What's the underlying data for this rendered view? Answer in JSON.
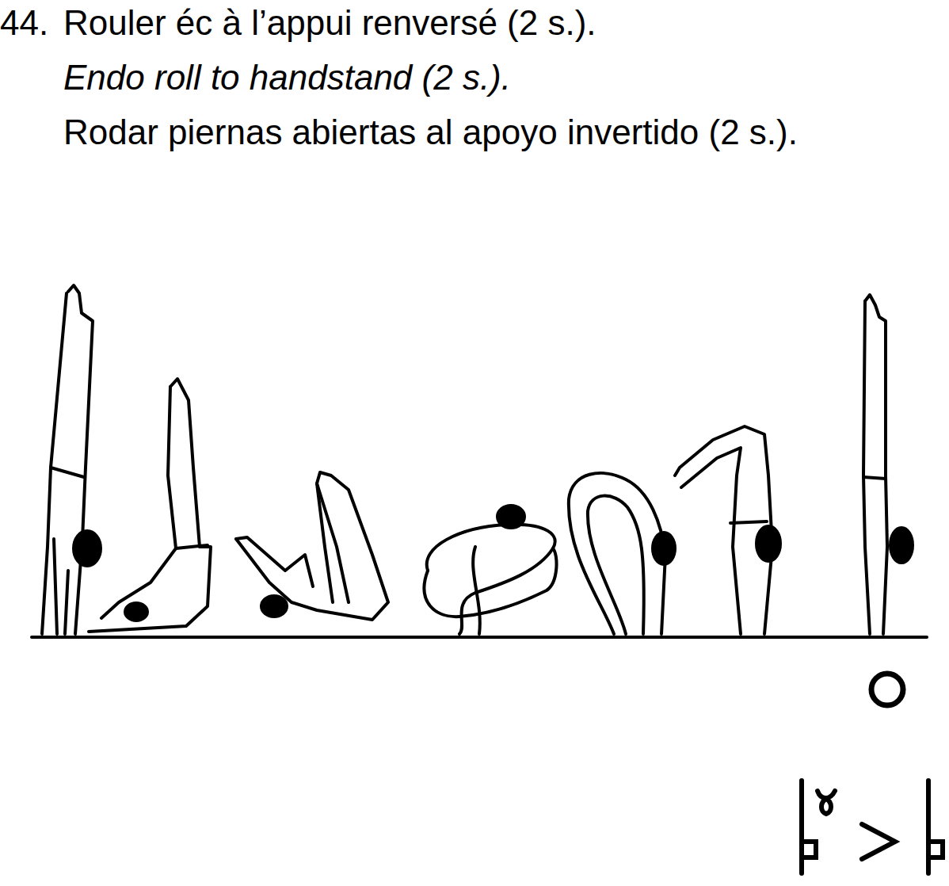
{
  "diagram": {
    "labels": [
      "44.",
      "Rouler éc à l’appui renversé (2 s.).",
      "Endo roll to handstand (2 s.).",
      "Rodar piernas abiertas al apoyo invertido (2 s.)."
    ]
  }
}
